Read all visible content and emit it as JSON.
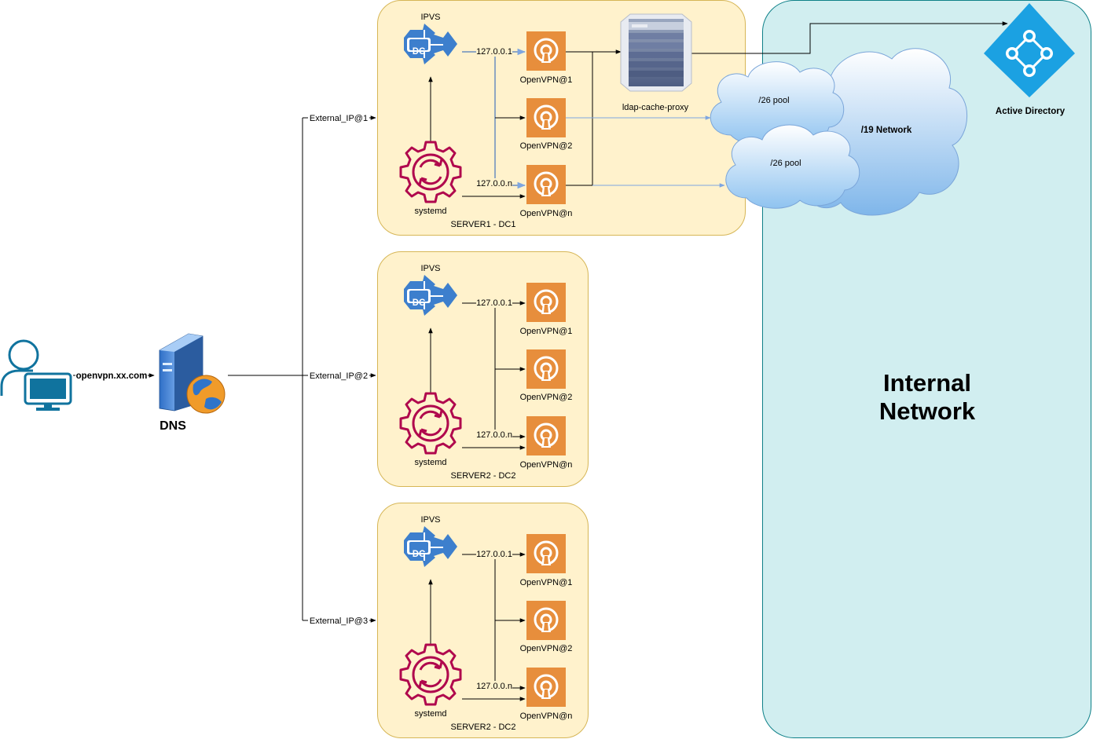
{
  "client": {
    "link_label": "openvpn.xx.com"
  },
  "dns": {
    "label": "DNS"
  },
  "external_ips": [
    "External_IP@1",
    "External_IP@2",
    "External_IP@3"
  ],
  "servers": [
    {
      "label": "SERVER1 - DC1",
      "ipvs_label": "IPVS",
      "ipvs_badge": "DC",
      "systemd_label": "systemd",
      "first_ip": "127.0.0.1",
      "last_ip": "127.0.0.n",
      "instances": [
        "OpenVPN@1",
        "OpenVPN@2",
        "OpenVPN@n"
      ]
    },
    {
      "label": "SERVER2 - DC2",
      "ipvs_label": "IPVS",
      "ipvs_badge": "DC",
      "systemd_label": "systemd",
      "first_ip": "127.0.0.1",
      "last_ip": "127.0.0.n",
      "instances": [
        "OpenVPN@1",
        "OpenVPN@2",
        "OpenVPN@n"
      ]
    },
    {
      "label": "SERVER2 - DC2",
      "ipvs_label": "IPVS",
      "ipvs_badge": "DC",
      "systemd_label": "systemd",
      "first_ip": "127.0.0.1",
      "last_ip": "127.0.0.n",
      "instances": [
        "OpenVPN@1",
        "OpenVPN@2",
        "OpenVPN@n"
      ]
    }
  ],
  "ldap_proxy": {
    "label": "ldap-cache-proxy"
  },
  "pools": [
    "/26 pool",
    "/26 pool"
  ],
  "network_19": {
    "label": "/19 Network"
  },
  "internal_network": {
    "line1": "Internal",
    "line2": "Network"
  },
  "active_directory": {
    "label": "Active Directory"
  },
  "colors": {
    "server_fill": "#fff2cc",
    "server_stroke": "#d6b656",
    "internal_fill": "#d1eef0",
    "internal_stroke": "#0e8088",
    "openvpn_orange": "#e78e3c",
    "systemd_red": "#b0084d",
    "ipvs_blue": "#3d7fcd",
    "ad_blue": "#1ba1e2"
  }
}
